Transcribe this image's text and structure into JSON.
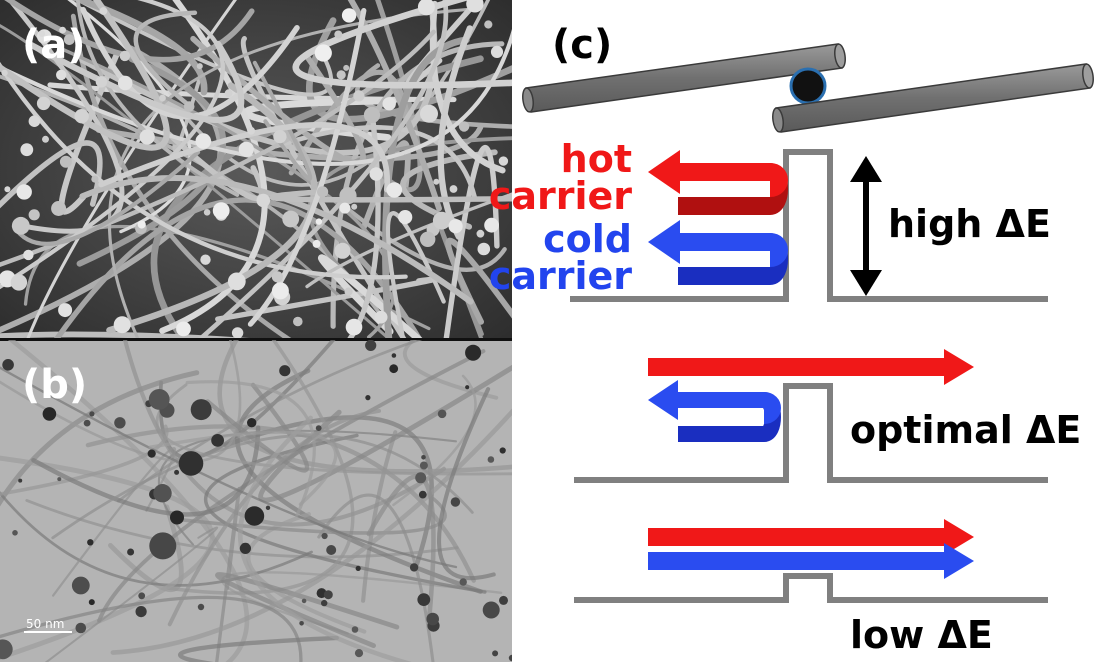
{
  "panels": {
    "a": {
      "label": "(a)"
    },
    "b": {
      "label": "(b)",
      "scale_bar": "50 nm"
    },
    "c": {
      "label": "(c)"
    }
  },
  "diagram": {
    "hot_label_line1": "hot",
    "hot_label_line2": "carrier",
    "cold_label_line1": "cold",
    "cold_label_line2": "carrier",
    "high_label": "high ΔE",
    "optimal_label": "optimal ΔE",
    "low_label": "low ΔE"
  },
  "colors": {
    "hot": "#f01818",
    "cold": "#2244ee",
    "barrier": "#808080",
    "rod": "#7d7d7d"
  }
}
